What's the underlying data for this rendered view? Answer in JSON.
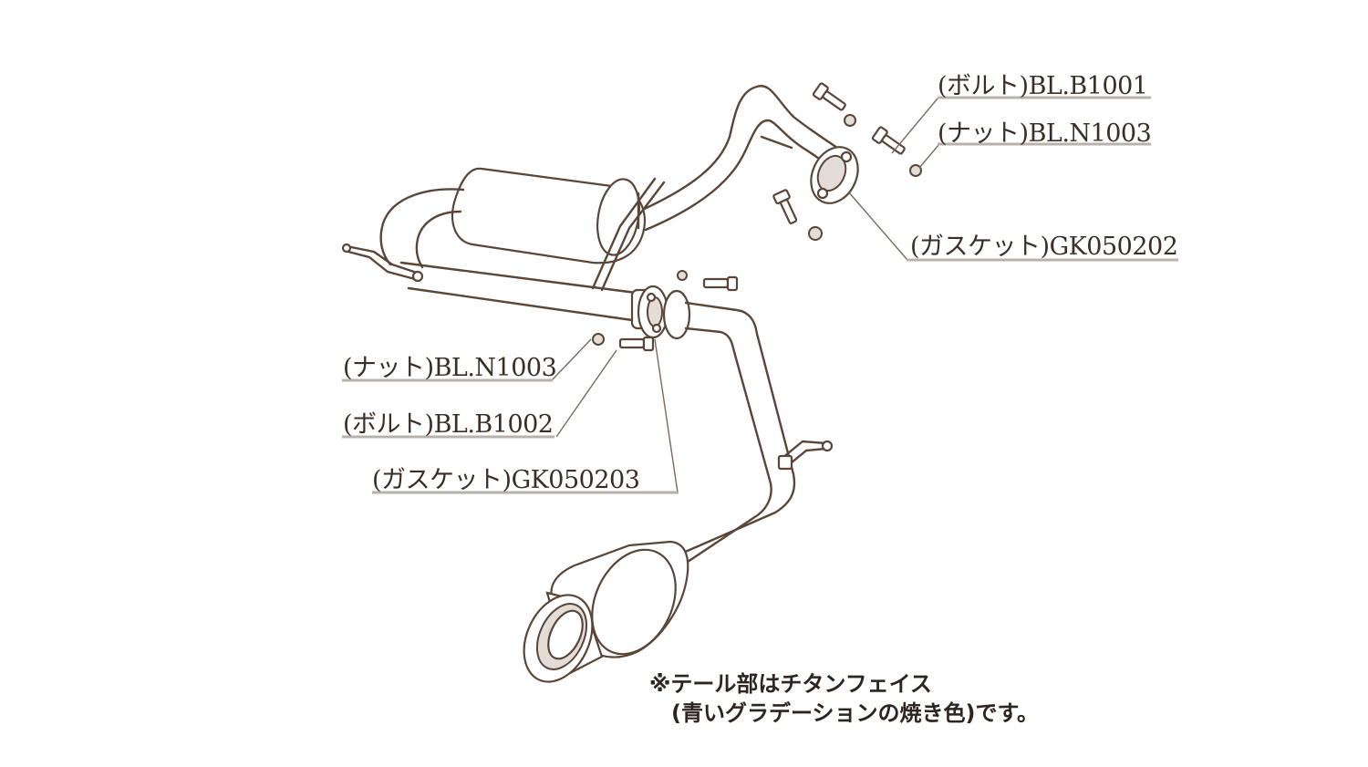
{
  "labels": {
    "bolt_b1001": "(ボルト)BL.B1001",
    "nut_n1003_top": "(ナット)BL.N1003",
    "gasket_gk050202": "(ガスケット)GK050202",
    "nut_n1003_mid": "(ナット)BL.N1003",
    "bolt_b1002": "(ボルト)BL.B1002",
    "gasket_gk050203": "(ガスケット)GK050203"
  },
  "note": {
    "line1": "※テール部はチタンフェイス",
    "line2": "(青いグラデーションの焼き色)です。"
  },
  "colors": {
    "line": "#5a4638",
    "text": "#3a2e25",
    "shade": "#e4dcd6"
  }
}
